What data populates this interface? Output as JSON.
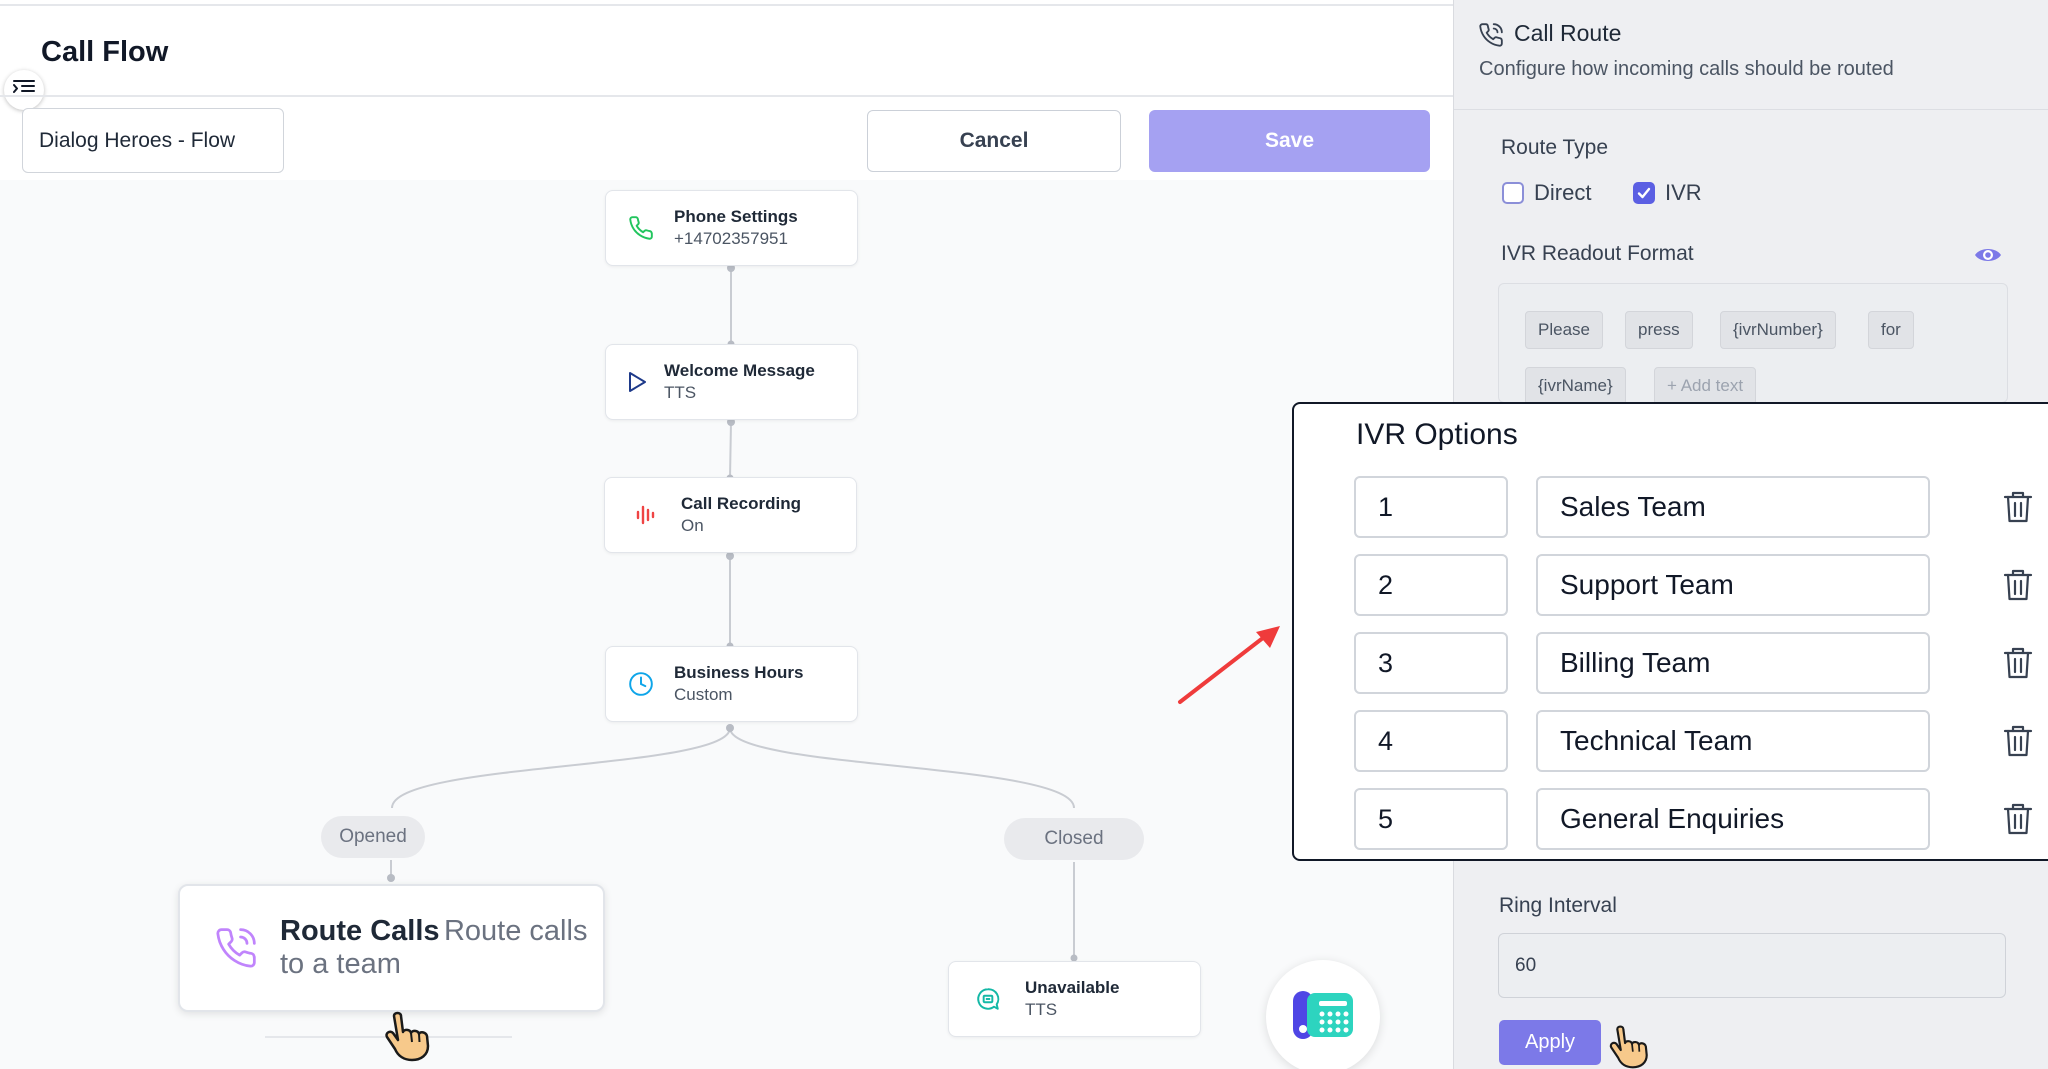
{
  "header": {
    "title": "Call Flow",
    "flow_name": "Dialog Heroes - Flow",
    "cancel_label": "Cancel",
    "save_label": "Save"
  },
  "flow": {
    "nodes": [
      {
        "title": "Phone Settings",
        "subtitle": "+14702357951",
        "icon": "phone-icon"
      },
      {
        "title": "Welcome Message",
        "subtitle": "TTS",
        "icon": "play-icon"
      },
      {
        "title": "Call Recording",
        "subtitle": "On",
        "icon": "recording-icon"
      },
      {
        "title": "Business Hours",
        "subtitle": "Custom",
        "icon": "clock-icon"
      }
    ],
    "branches": {
      "opened": "Opened",
      "closed": "Closed"
    },
    "route_node": {
      "title": "Route Calls",
      "subtitle": "Route calls to a team",
      "icon": "phone-forward-icon"
    },
    "unavailable_node": {
      "title": "Unavailable",
      "subtitle": "TTS",
      "icon": "message-icon"
    }
  },
  "panel": {
    "title": "Call Route",
    "description": "Configure how incoming calls should be routed",
    "route_type_label": "Route Type",
    "route_types": [
      {
        "label": "Direct",
        "checked": false
      },
      {
        "label": "IVR",
        "checked": true
      }
    ],
    "readout_label": "IVR Readout Format",
    "readout_chips": [
      "Please",
      "press",
      "{ivrNumber}",
      "for",
      "{ivrName}"
    ],
    "add_text_label": "+ Add text",
    "ring_interval_label": "Ring Interval",
    "ring_interval_value": "60",
    "apply_label": "Apply"
  },
  "ivr_options": {
    "title": "IVR Options",
    "rows": [
      {
        "number": "1",
        "name": "Sales Team"
      },
      {
        "number": "2",
        "name": "Support Team"
      },
      {
        "number": "3",
        "name": "Billing Team"
      },
      {
        "number": "4",
        "name": "Technical Team"
      },
      {
        "number": "5",
        "name": "General Enquiries"
      }
    ]
  },
  "colors": {
    "accent": "#5b5fe3",
    "save_disabled": "#a5a1f2",
    "apply": "#7c79e8",
    "arrow": "#ef3b3b",
    "phone_green": "#22c55e",
    "recording_red": "#ef4444",
    "clock_blue": "#0ea5e9",
    "route_purple": "#c084fc",
    "fab_teal": "#2dd4bf"
  }
}
